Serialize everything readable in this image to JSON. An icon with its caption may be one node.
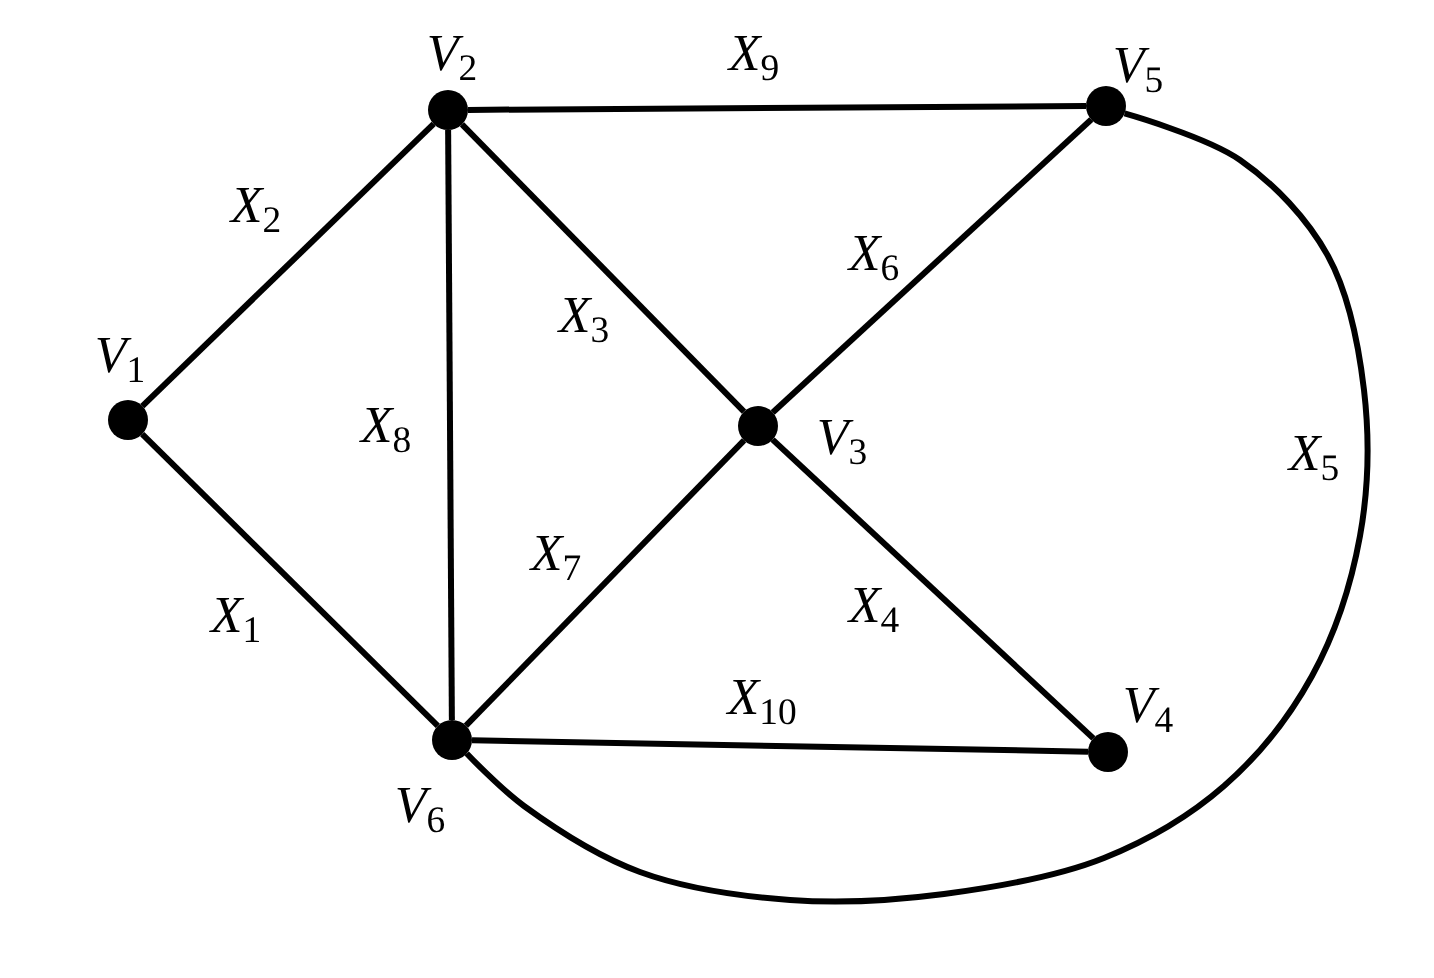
{
  "diagram": {
    "nodes": [
      {
        "text": [
          "V$_{2}$"
        ]
      },
      {
        "text": [
          "V$_{5}$"
        ]
      },
      {
        "text": [
          "V$_{1}$"
        ]
      },
      {
        "text": [
          "V$_{3}$"
        ]
      },
      {
        "text": [
          "V$_{6}$"
        ]
      },
      {
        "text": [
          "V$_{4}$"
        ]
      }
    ],
    "edges": [
      {
        "from": 2,
        "to": 4,
        "arrow": "none",
        "label": "X$_{1}$"
      },
      {
        "from": 2,
        "to": 0,
        "arrow": "none",
        "label": "X$_{2}$"
      },
      {
        "from": 0,
        "to": 3,
        "arrow": "none",
        "label": "X$_{3}$"
      },
      {
        "from": 3,
        "to": 5,
        "arrow": "none",
        "label": "X$_{4}$"
      },
      {
        "from": 1,
        "to": 4,
        "arrow": "none",
        "label": "X$_{5}$"
      },
      {
        "from": 3,
        "to": 1,
        "arrow": "none",
        "label": "X$_{6}$"
      },
      {
        "from": 4,
        "to": 3,
        "arrow": "none",
        "label": "X$_{7}$"
      },
      {
        "from": 0,
        "to": 4,
        "arrow": "none",
        "label": "X$_{8}$"
      },
      {
        "from": 0,
        "to": 1,
        "arrow": "none",
        "label": "X$_{9}$"
      },
      {
        "from": 4,
        "to": 5,
        "arrow": "none",
        "label": "X$_{10}$"
      }
    ]
  }
}
